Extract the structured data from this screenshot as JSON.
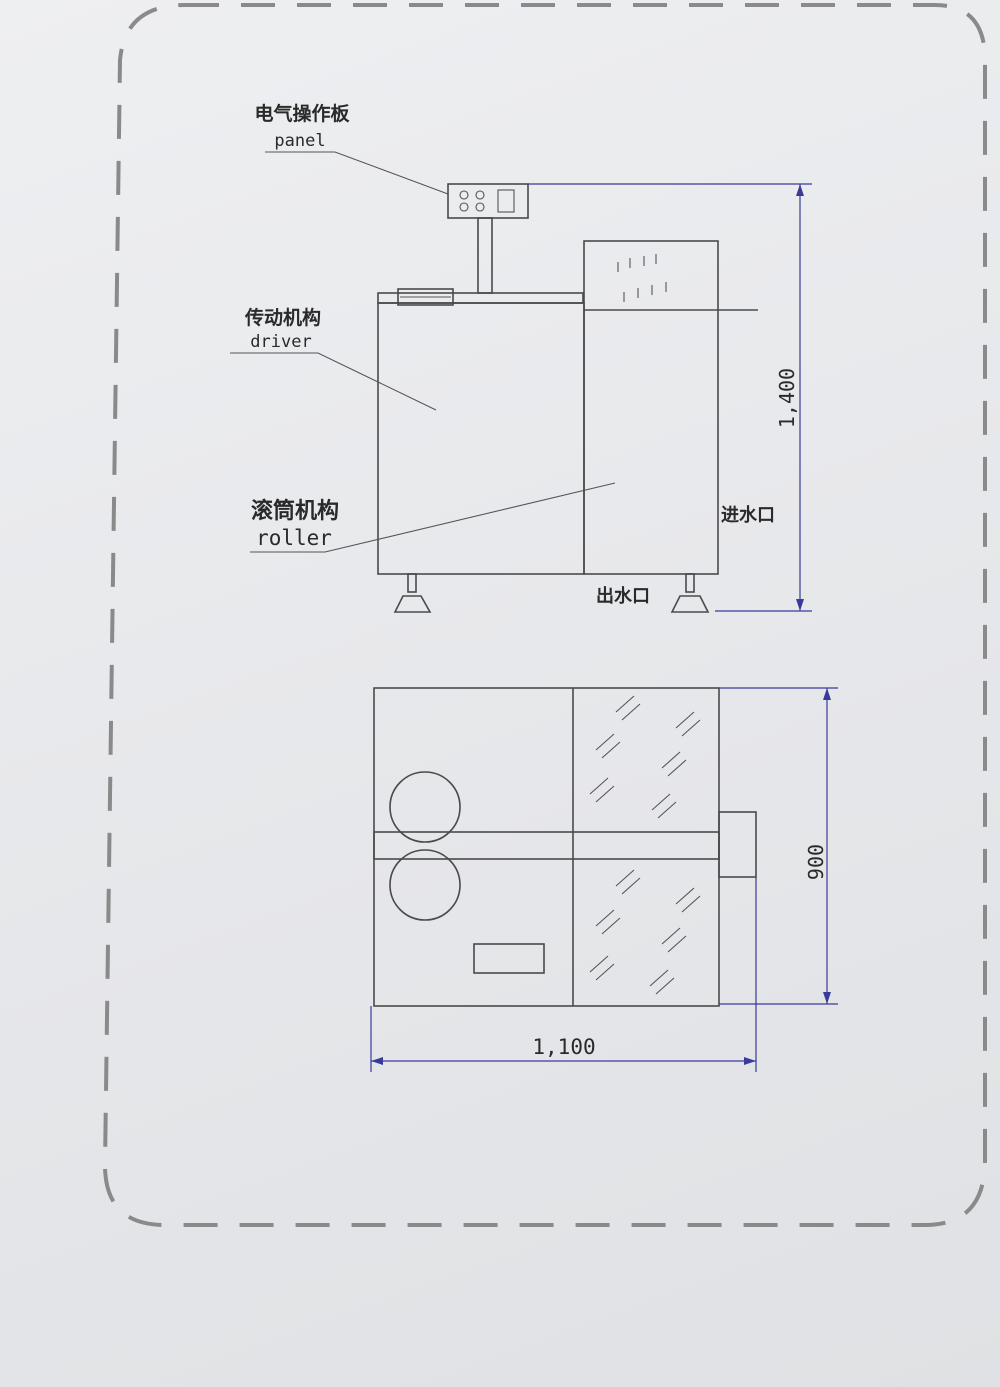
{
  "labels": {
    "panel_cn": "电气操作板",
    "panel_en": "panel",
    "driver_cn": "传动机构",
    "driver_en": "driver",
    "roller_cn": "滚筒机构",
    "roller_en": "roller",
    "inlet": "进水口",
    "outlet": "出水口"
  },
  "dimensions": {
    "height": "1,400",
    "depth": "900",
    "width": "1,100"
  },
  "colors": {
    "line": "#4a4a4a",
    "dimension_line": "#3a3a9a",
    "border_dashes": "#8a8a8a",
    "paper": "#e9eaec"
  }
}
